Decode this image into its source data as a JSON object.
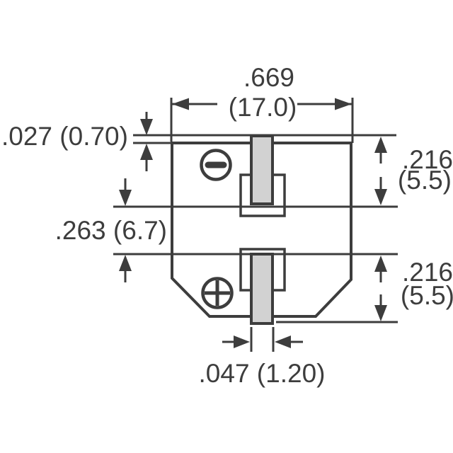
{
  "figure": {
    "type": "dimensional-drawing",
    "subject": "SMD electrolytic capacitor bottom view with terminal dimensions"
  },
  "colors": {
    "line": "#3d3d3d",
    "terminal_fill": "#d2d2d2",
    "background": "#ffffff"
  },
  "dims": {
    "body_width": {
      "inch": ".669",
      "mm": "(17.0)"
    },
    "rim_offset": {
      "label": ".027 (0.70)"
    },
    "top_pad": {
      "inch": ".216",
      "mm": "(5.5)"
    },
    "center_gap": {
      "label": ".263 (6.7)"
    },
    "bottom_pad": {
      "inch": ".216",
      "mm": "(5.5)"
    },
    "terminal_width": {
      "label": ".047 (1.20)"
    }
  },
  "icons": {
    "negative_polarity": "minus-circle-icon",
    "positive_polarity": "plus-circle-icon"
  }
}
